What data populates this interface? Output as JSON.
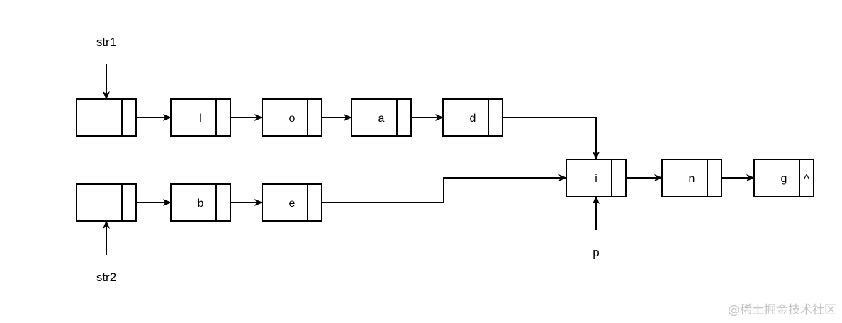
{
  "diagram": {
    "nodes": [
      {
        "id": "h1",
        "value": ""
      },
      {
        "id": "l",
        "value": "l"
      },
      {
        "id": "o",
        "value": "o"
      },
      {
        "id": "a",
        "value": "a"
      },
      {
        "id": "d",
        "value": "d"
      },
      {
        "id": "h2",
        "value": ""
      },
      {
        "id": "b",
        "value": "b"
      },
      {
        "id": "e",
        "value": "e"
      },
      {
        "id": "i",
        "value": "i"
      },
      {
        "id": "n",
        "value": "n"
      },
      {
        "id": "g",
        "value": "g",
        "next": "^"
      }
    ],
    "edges": [
      {
        "from": "h1",
        "to": "l"
      },
      {
        "from": "l",
        "to": "o"
      },
      {
        "from": "o",
        "to": "a"
      },
      {
        "from": "a",
        "to": "d"
      },
      {
        "from": "d",
        "to": "i"
      },
      {
        "from": "h2",
        "to": "b"
      },
      {
        "from": "b",
        "to": "e"
      },
      {
        "from": "e",
        "to": "i"
      },
      {
        "from": "i",
        "to": "n"
      },
      {
        "from": "n",
        "to": "g"
      }
    ],
    "pointers": [
      {
        "label": "str1",
        "target": "h1"
      },
      {
        "label": "str2",
        "target": "h2"
      },
      {
        "label": "p",
        "target": "i"
      }
    ]
  },
  "watermark": "@稀土掘金技术社区"
}
